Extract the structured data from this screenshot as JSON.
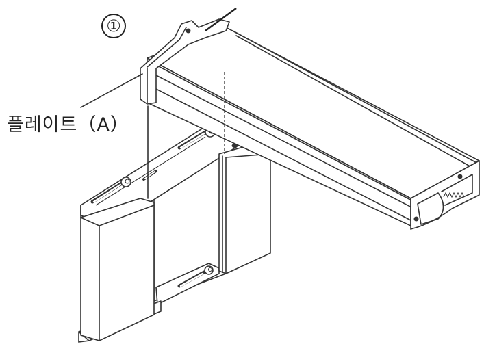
{
  "diagram": {
    "type": "assembly-illustration",
    "step_marker": "①",
    "labels": [
      {
        "id": "plate-a",
        "text": "플레이트（A）"
      }
    ],
    "parts": [
      {
        "name": "rail",
        "description": "long extruded rail with end profile and spring"
      },
      {
        "name": "plate-a",
        "description": "hooked end plate on rail"
      },
      {
        "name": "bracket",
        "description": "wall bracket with slotted arms and screws"
      },
      {
        "name": "bracket-covers",
        "description": "two vertical covers on bracket"
      }
    ],
    "guide_lines": [
      {
        "style": "solid",
        "from": "plate-a",
        "to": "bracket-left-notch"
      },
      {
        "style": "dashed",
        "from": "rail",
        "to": "bracket-right-notch"
      }
    ]
  }
}
